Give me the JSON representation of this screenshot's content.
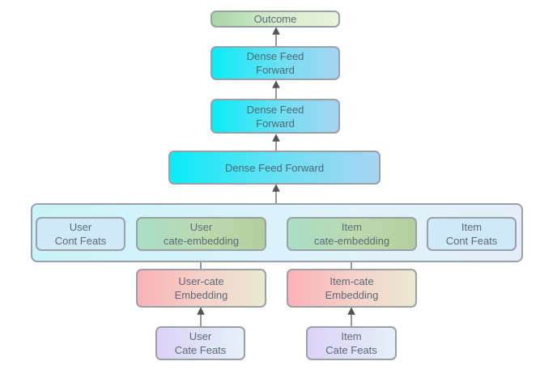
{
  "nodes": {
    "outcome": "Outcome",
    "dense_top": "Dense Feed\nForward",
    "dense_mid": "Dense Feed\nForward",
    "dense_wide": "Dense Feed Forward",
    "user_cont_feats": "User\nCont Feats",
    "user_cate_embedding": "User\ncate-embedding",
    "item_cate_embedding": "Item\ncate-embedding",
    "item_cont_feats": "Item\nCont Feats",
    "user_cate_emb_layer": "User-cate\nEmbedding",
    "item_cate_emb_layer": "Item-cate\nEmbedding",
    "user_cate_feats": "User\nCate Feats",
    "item_cate_feats": "Item\nCate Feats"
  },
  "colors": {
    "border": "#9aa1a6",
    "text": "#5d6a75",
    "arrow": "#555555"
  }
}
